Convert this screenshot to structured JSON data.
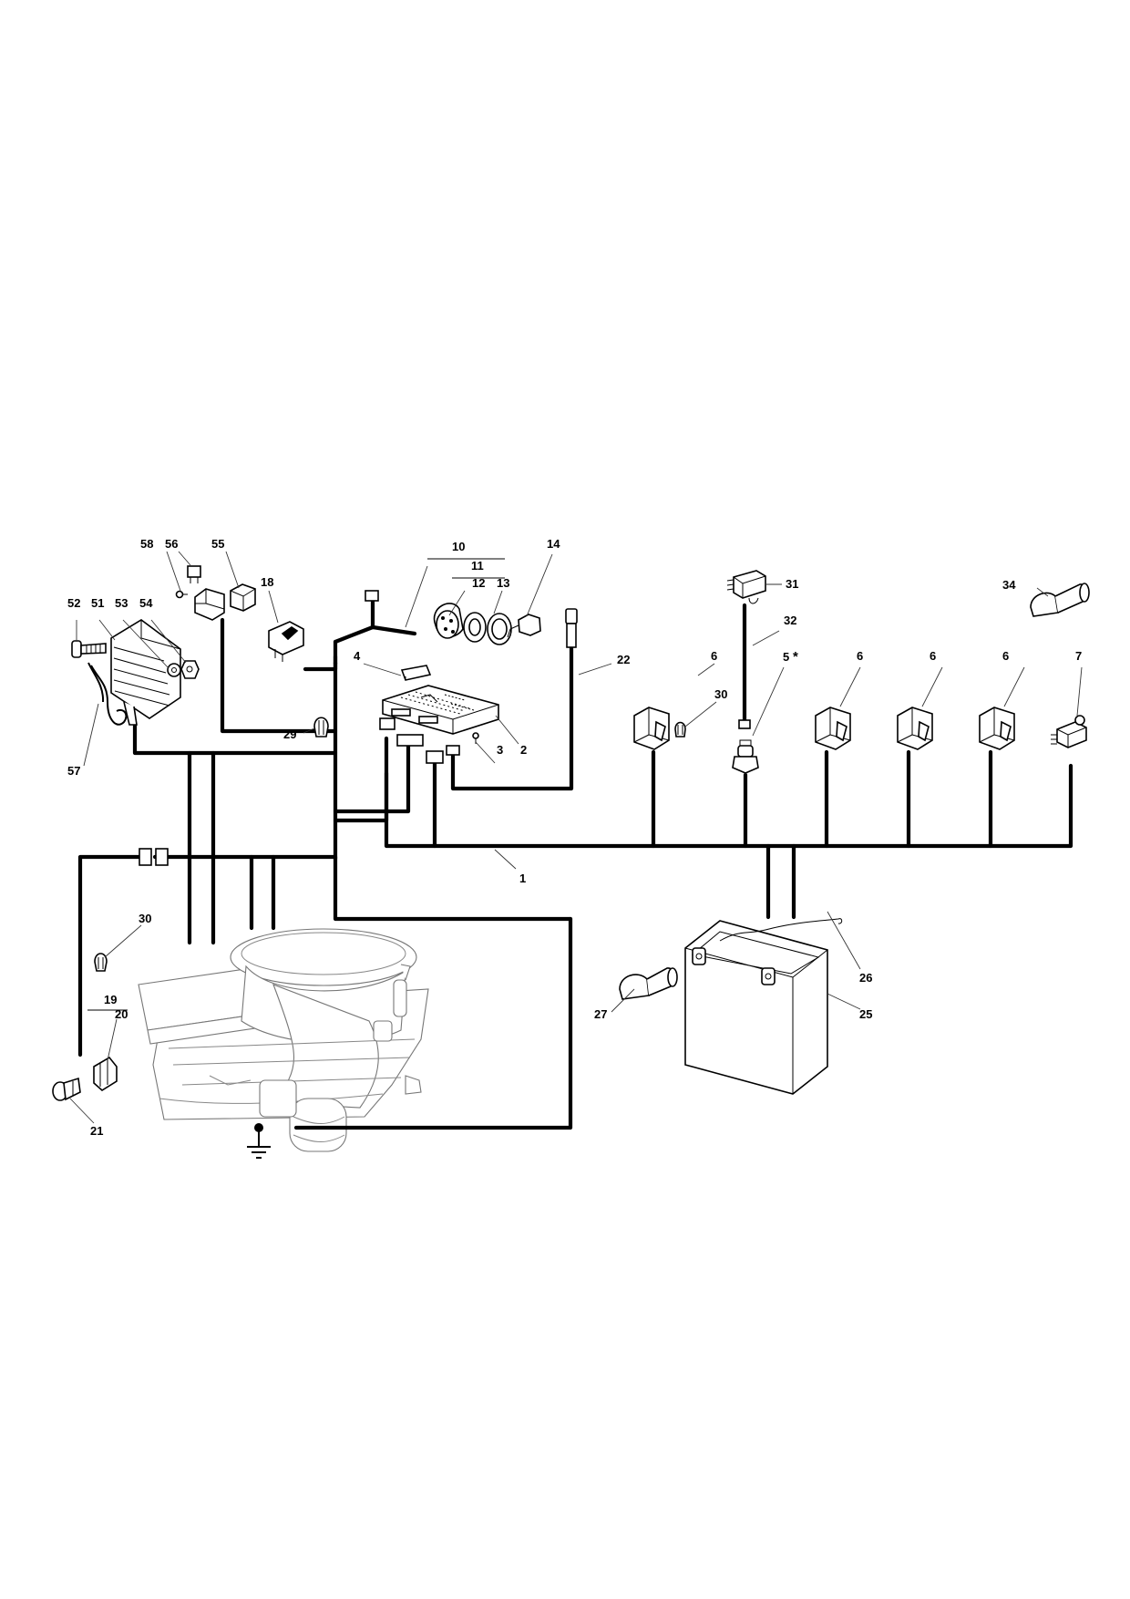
{
  "callouts": {
    "c1": "1",
    "c2": "2",
    "c3": "3",
    "c4": "4",
    "c5": "5",
    "c5_mark": "*",
    "c6a": "6",
    "c6b": "6",
    "c6c": "6",
    "c6d": "6",
    "c7": "7",
    "c10": "10",
    "c11": "11",
    "c12": "12",
    "c13": "13",
    "c14": "14",
    "c18": "18",
    "c19": "19",
    "c20": "20",
    "c21": "21",
    "c22": "22",
    "c25": "25",
    "c26": "26",
    "c27": "27",
    "c29": "29",
    "c30a": "30",
    "c30b": "30",
    "c31": "31",
    "c32": "32",
    "c34": "34",
    "c51": "51",
    "c52": "52",
    "c53": "53",
    "c54": "54",
    "c55": "55",
    "c56": "56",
    "c57": "57",
    "c58": "58"
  }
}
